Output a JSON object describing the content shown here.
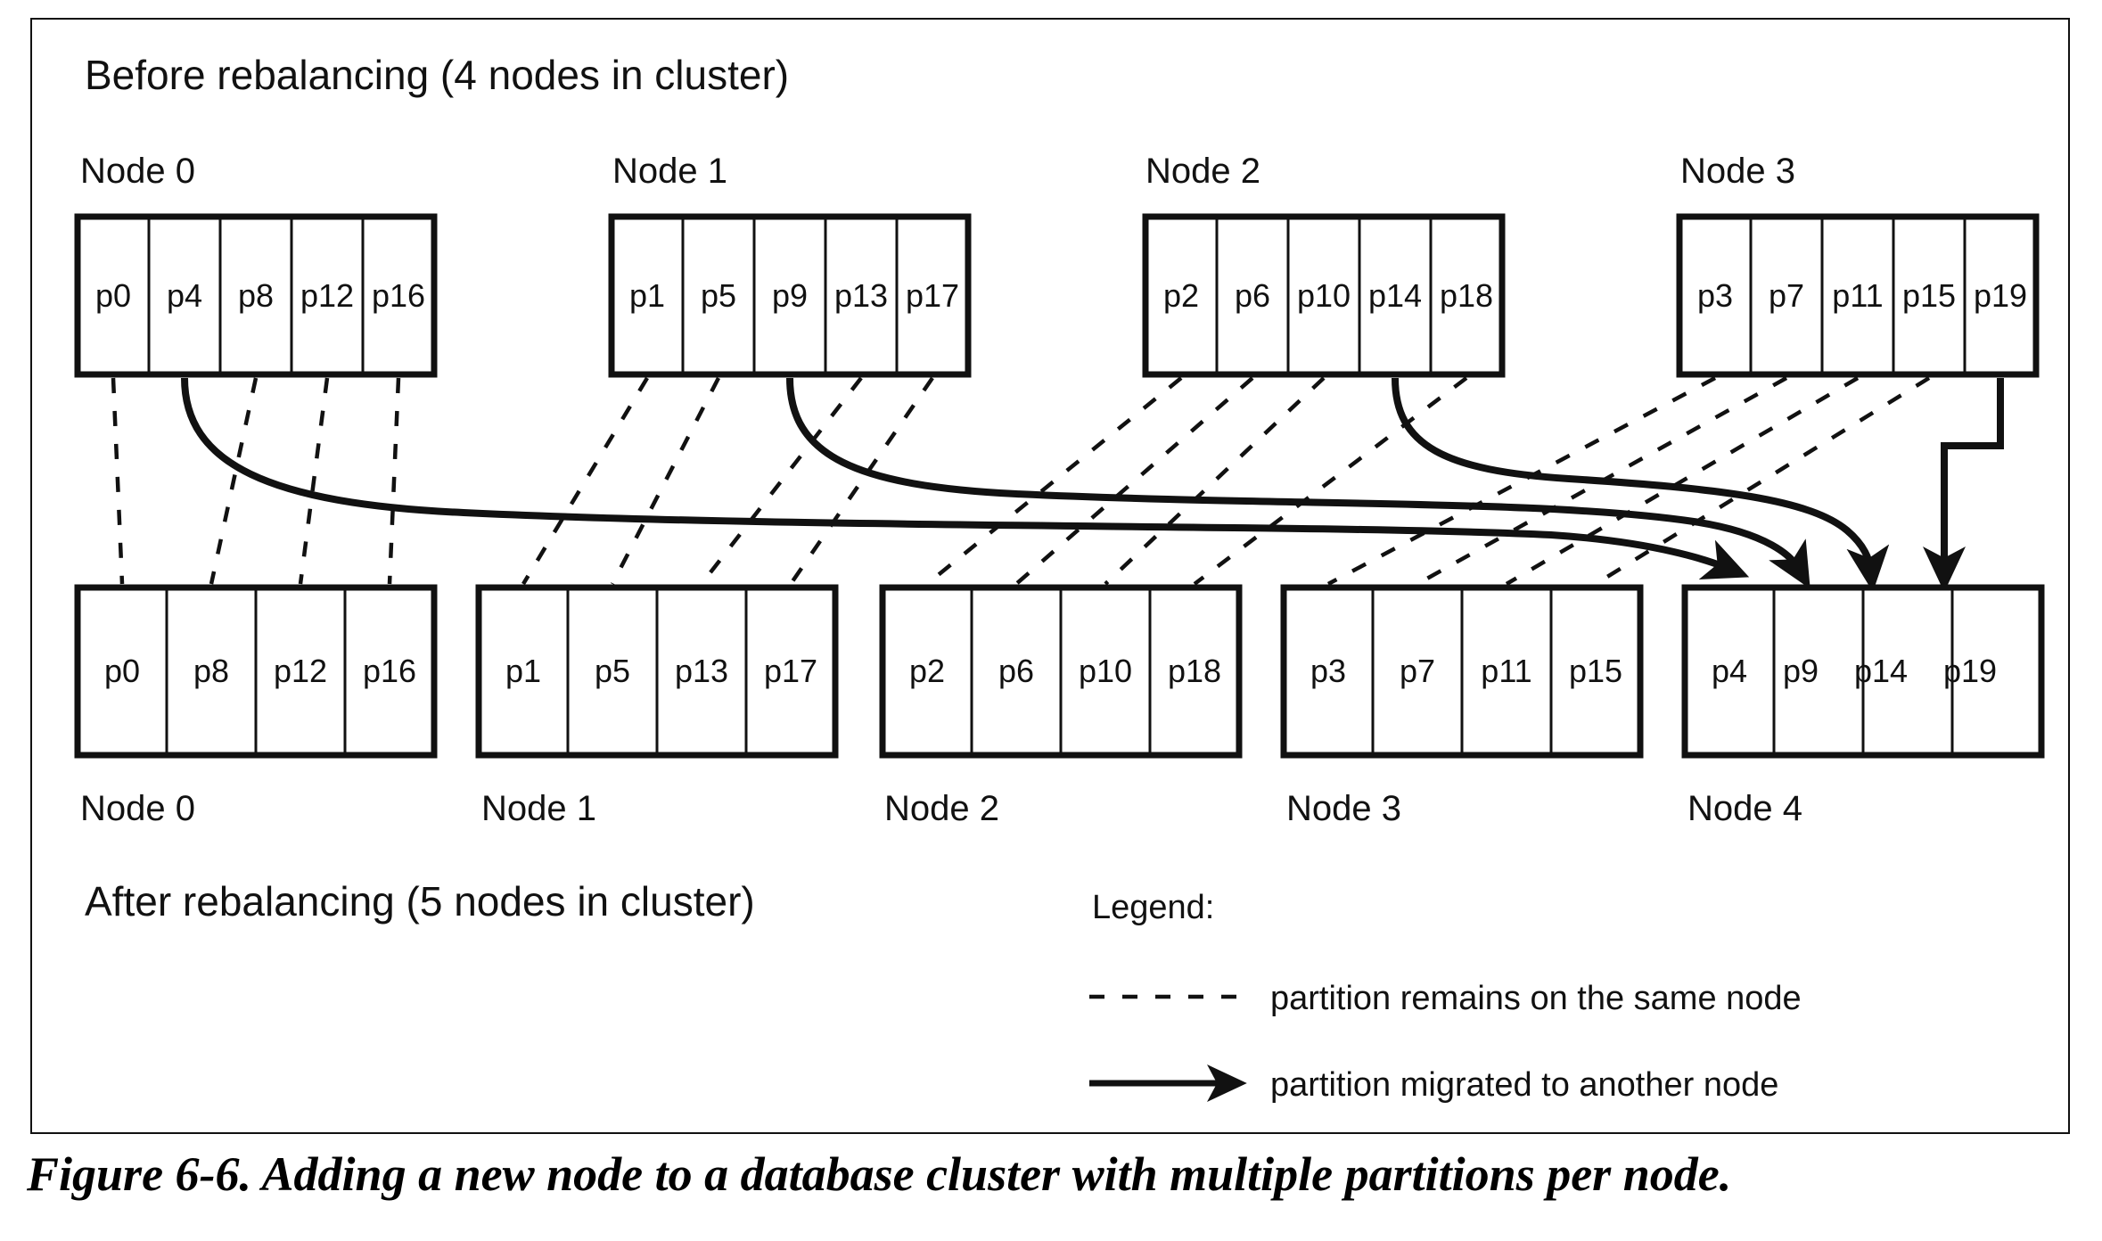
{
  "figure": {
    "caption": "Figure 6-6. Adding a new node to a database cluster with multiple partitions per node.",
    "before_title": "Before rebalancing (4 nodes in cluster)",
    "after_title": "After rebalancing (5 nodes in cluster)"
  },
  "legend": {
    "title": "Legend:",
    "items": [
      {
        "style": "dashed",
        "label": "partition remains on the same node"
      },
      {
        "style": "arrow",
        "label": "partition migrated to another node"
      }
    ]
  },
  "before": {
    "nodes": [
      {
        "label": "Node 0",
        "partitions": [
          "p0",
          "p4",
          "p8",
          "p12",
          "p16"
        ]
      },
      {
        "label": "Node 1",
        "partitions": [
          "p1",
          "p5",
          "p9",
          "p13",
          "p17"
        ]
      },
      {
        "label": "Node 2",
        "partitions": [
          "p2",
          "p6",
          "p10",
          "p14",
          "p18"
        ]
      },
      {
        "label": "Node 3",
        "partitions": [
          "p3",
          "p7",
          "p11",
          "p15",
          "p19"
        ]
      }
    ]
  },
  "after": {
    "nodes": [
      {
        "label": "Node 0",
        "partitions": [
          "p0",
          "p8",
          "p12",
          "p16"
        ]
      },
      {
        "label": "Node 1",
        "partitions": [
          "p1",
          "p5",
          "p13",
          "p17"
        ]
      },
      {
        "label": "Node 2",
        "partitions": [
          "p2",
          "p6",
          "p10",
          "p18"
        ]
      },
      {
        "label": "Node 3",
        "partitions": [
          "p3",
          "p7",
          "p11",
          "p15"
        ]
      },
      {
        "label": "Node 4",
        "partitions": [
          "p4",
          "p9",
          "p14",
          "p19"
        ]
      }
    ]
  },
  "migrations": [
    {
      "partition": "p4",
      "from_node": "Node 0",
      "to_node": "Node 4"
    },
    {
      "partition": "p9",
      "from_node": "Node 1",
      "to_node": "Node 4"
    },
    {
      "partition": "p14",
      "from_node": "Node 2",
      "to_node": "Node 4"
    },
    {
      "partition": "p19",
      "from_node": "Node 3",
      "to_node": "Node 4"
    }
  ],
  "stays": [
    {
      "partition": "p0",
      "node": "Node 0"
    },
    {
      "partition": "p8",
      "node": "Node 0"
    },
    {
      "partition": "p12",
      "node": "Node 0"
    },
    {
      "partition": "p16",
      "node": "Node 0"
    },
    {
      "partition": "p1",
      "node": "Node 1"
    },
    {
      "partition": "p5",
      "node": "Node 1"
    },
    {
      "partition": "p13",
      "node": "Node 1"
    },
    {
      "partition": "p17",
      "node": "Node 1"
    },
    {
      "partition": "p2",
      "node": "Node 2"
    },
    {
      "partition": "p6",
      "node": "Node 2"
    },
    {
      "partition": "p10",
      "node": "Node 2"
    },
    {
      "partition": "p18",
      "node": "Node 2"
    },
    {
      "partition": "p3",
      "node": "Node 3"
    },
    {
      "partition": "p7",
      "node": "Node 3"
    },
    {
      "partition": "p11",
      "node": "Node 3"
    },
    {
      "partition": "p15",
      "node": "Node 3"
    }
  ],
  "colors": {
    "stroke": "#111111",
    "background": "#ffffff"
  }
}
